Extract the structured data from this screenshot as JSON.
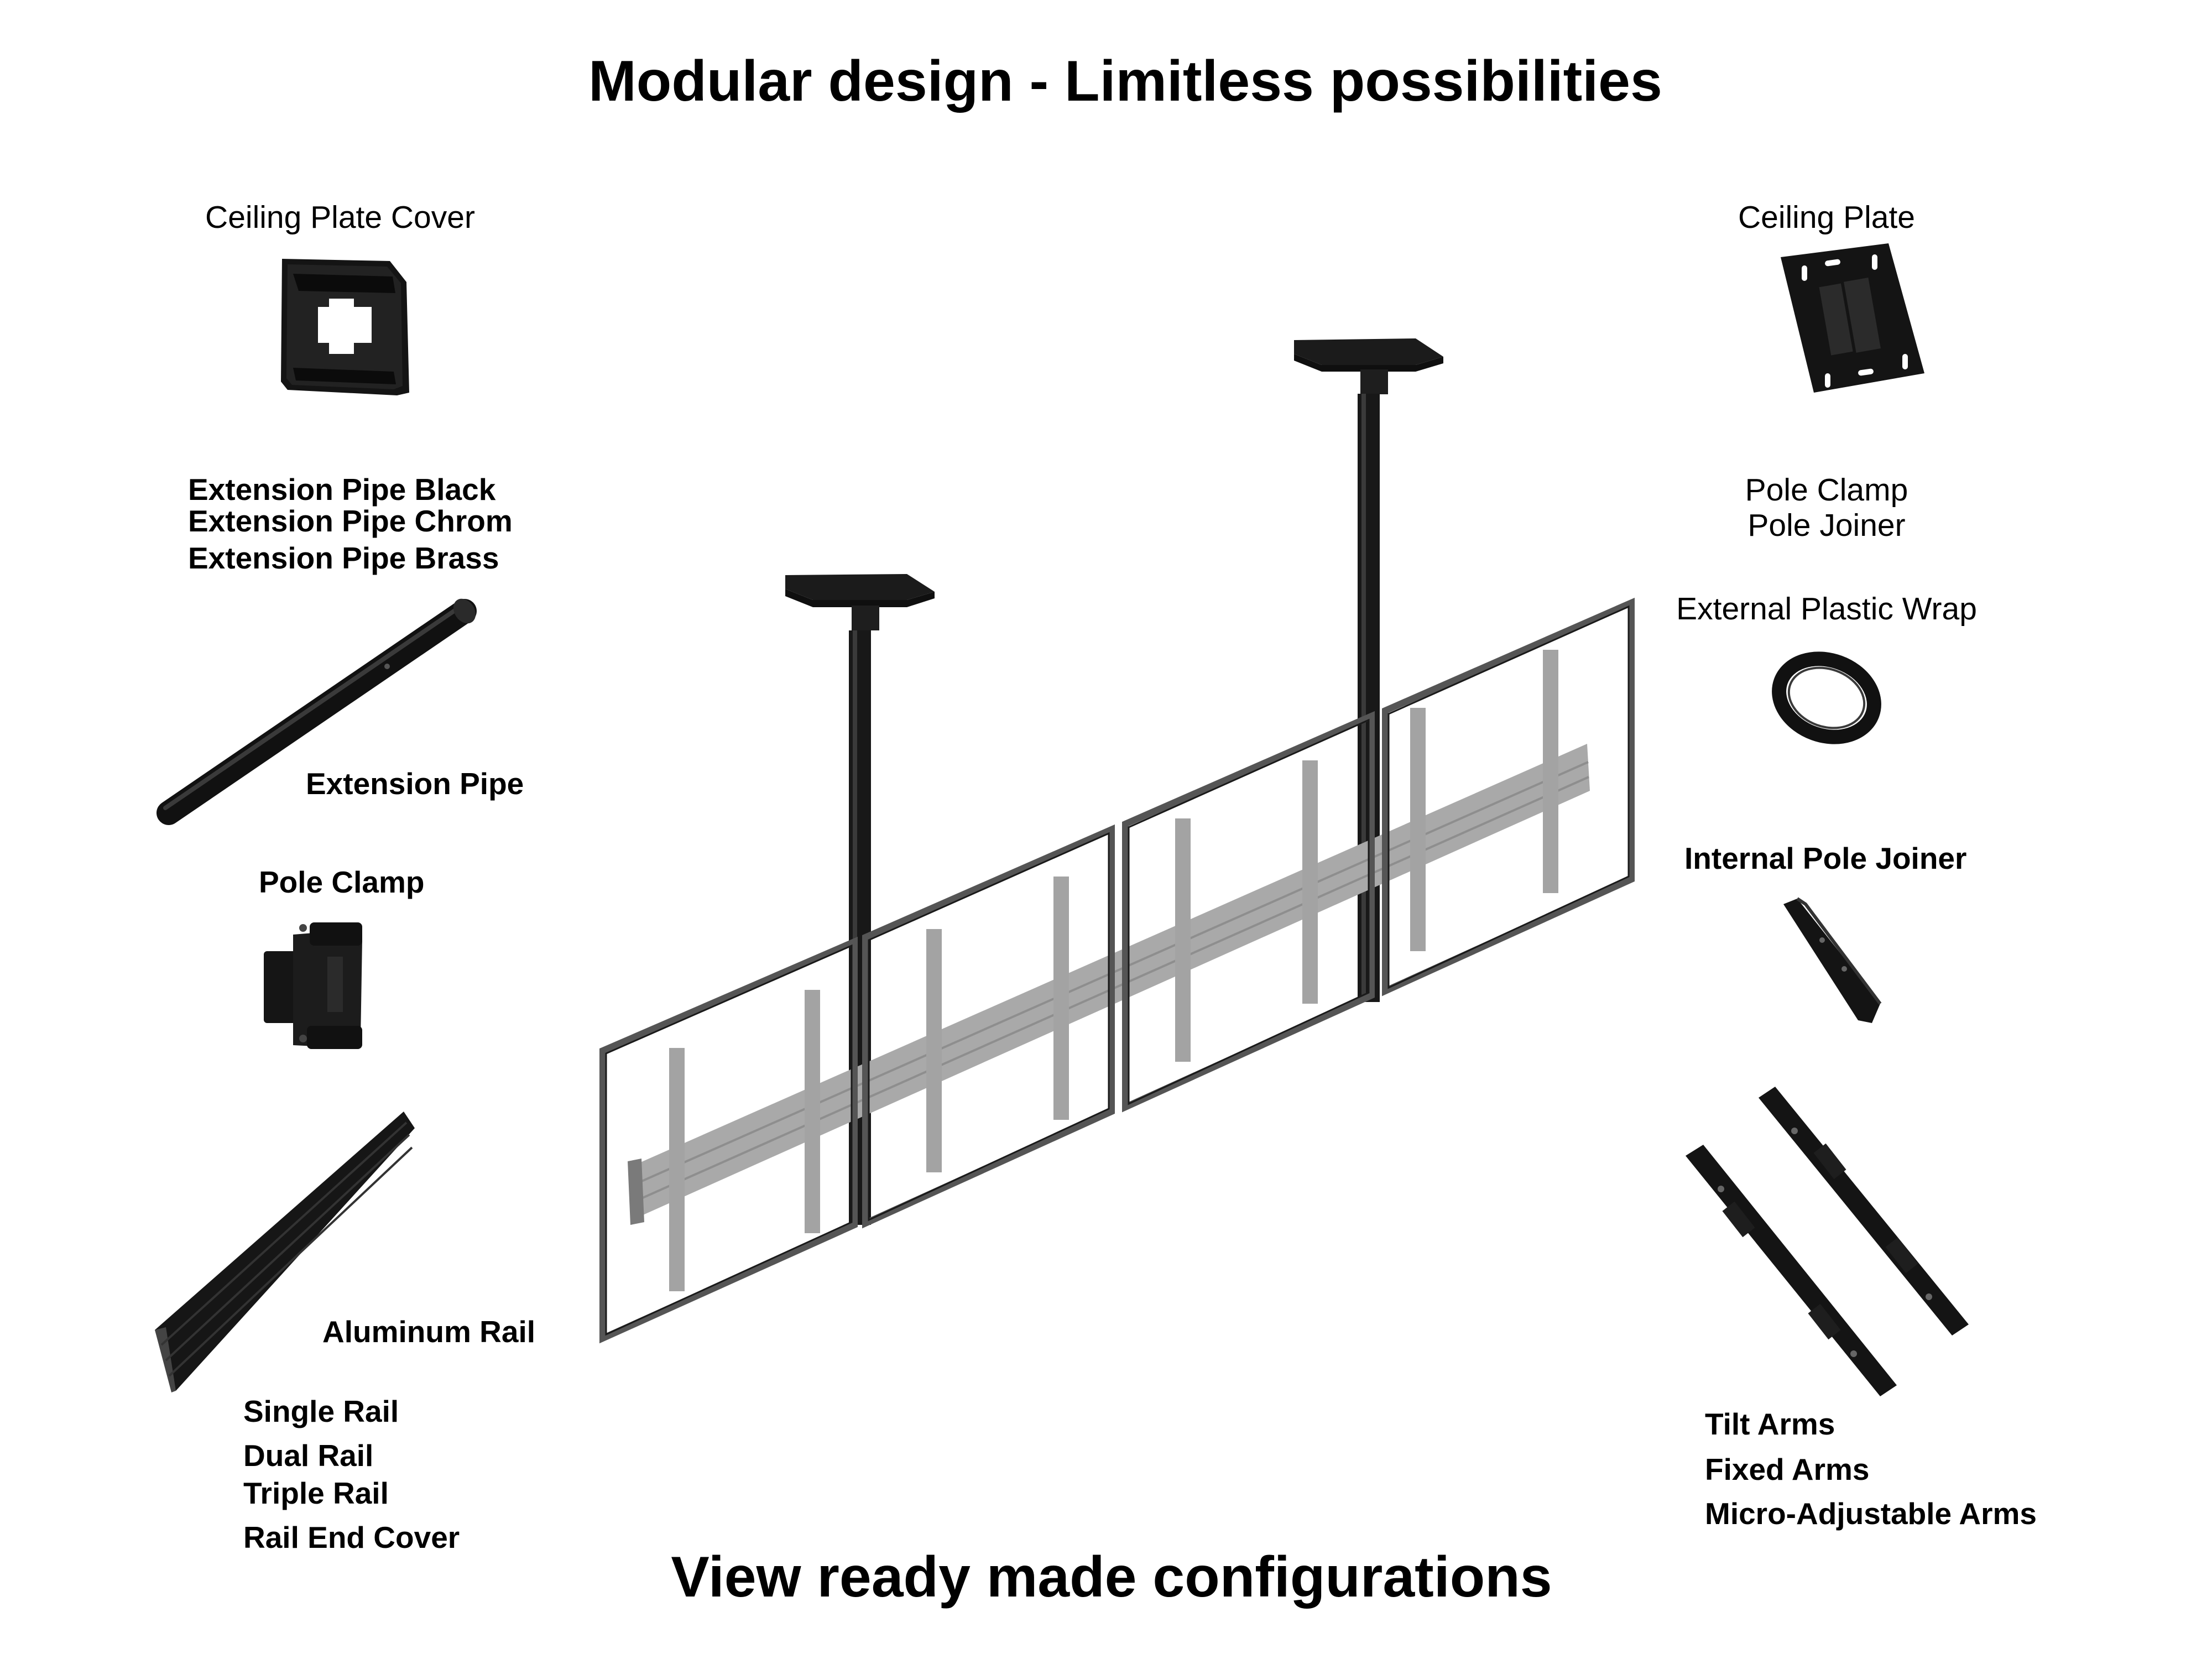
{
  "title": "Modular design - Limitless possibilities",
  "footer_link": "View ready made configurations",
  "labels": {
    "ceiling_plate_cover": "Ceiling Plate Cover",
    "ceiling_plate": "Ceiling Plate",
    "extension_pipe_black": "Extension Pipe Black",
    "extension_pipe_chrom": "Extension Pipe Chrom",
    "extension_pipe_brass": "Extension Pipe Brass",
    "extension_pipe": "Extension Pipe",
    "pole_clamp_left": "Pole Clamp",
    "pole_clamp_right": "Pole Clamp",
    "pole_joiner": "Pole Joiner",
    "external_plastic_wrap": "External Plastic Wrap",
    "internal_pole_joiner": "Internal Pole Joiner",
    "aluminum_rail": "Aluminum Rail",
    "single_rail": "Single Rail",
    "dual_rail": "Dual Rail",
    "triple_rail": "Triple Rail",
    "rail_end_cover": "Rail End Cover",
    "tilt_arms": "Tilt Arms",
    "fixed_arms": "Fixed Arms",
    "micro_adjustable_arms": "Micro-Adjustable Arms"
  },
  "colors": {
    "part_black": "#161616",
    "screen_frame": "#555555",
    "rail_gray": "#a9a9a9"
  }
}
